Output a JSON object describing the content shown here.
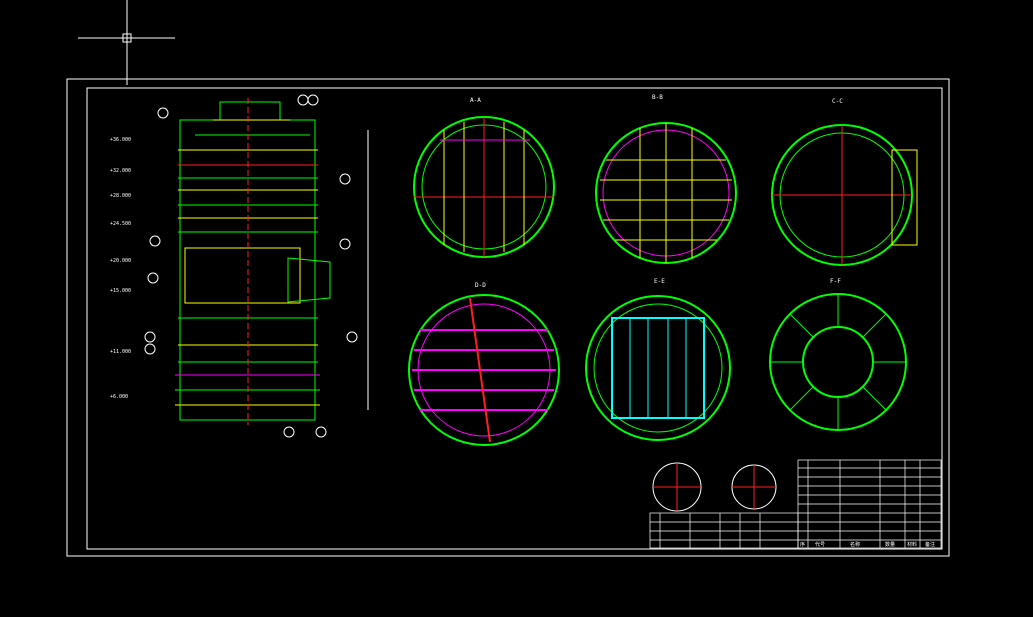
{
  "colors": {
    "background": "#000000",
    "frame": "#ffffff",
    "green": "#00ff00",
    "yellow": "#ffff00",
    "red": "#ff2020",
    "magenta": "#ff00ff",
    "cyan": "#00ffff",
    "white": "#ffffff"
  },
  "sections": {
    "aa": "A-A",
    "bb": "B-B",
    "cc": "C-C",
    "dd": "D-D",
    "ee": "E-E",
    "ff": "F-F"
  },
  "elevation_callouts": [
    "+36.000",
    "+32.000",
    "+28.000",
    "+24.500",
    "+20.000",
    "+15.000",
    "+11.000",
    "+6.000"
  ],
  "title_block": {
    "header_cols": [
      "序",
      "代号",
      "名称",
      "数量",
      "材料",
      "备注"
    ]
  }
}
